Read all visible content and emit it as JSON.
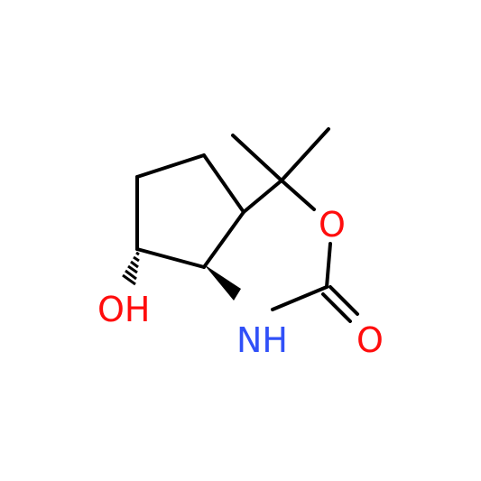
{
  "atoms": {
    "hydroxyl": {
      "text": "OH"
    },
    "ring_oxygen": {
      "text": "O"
    },
    "amine": {
      "text": "NH"
    },
    "carbonyl_oxygen": {
      "text": "O"
    }
  },
  "colors": {
    "bond": "#000000",
    "oxygen": "#ff0d0d",
    "nitrogen": "#3050f8",
    "background": "#ffffff"
  }
}
